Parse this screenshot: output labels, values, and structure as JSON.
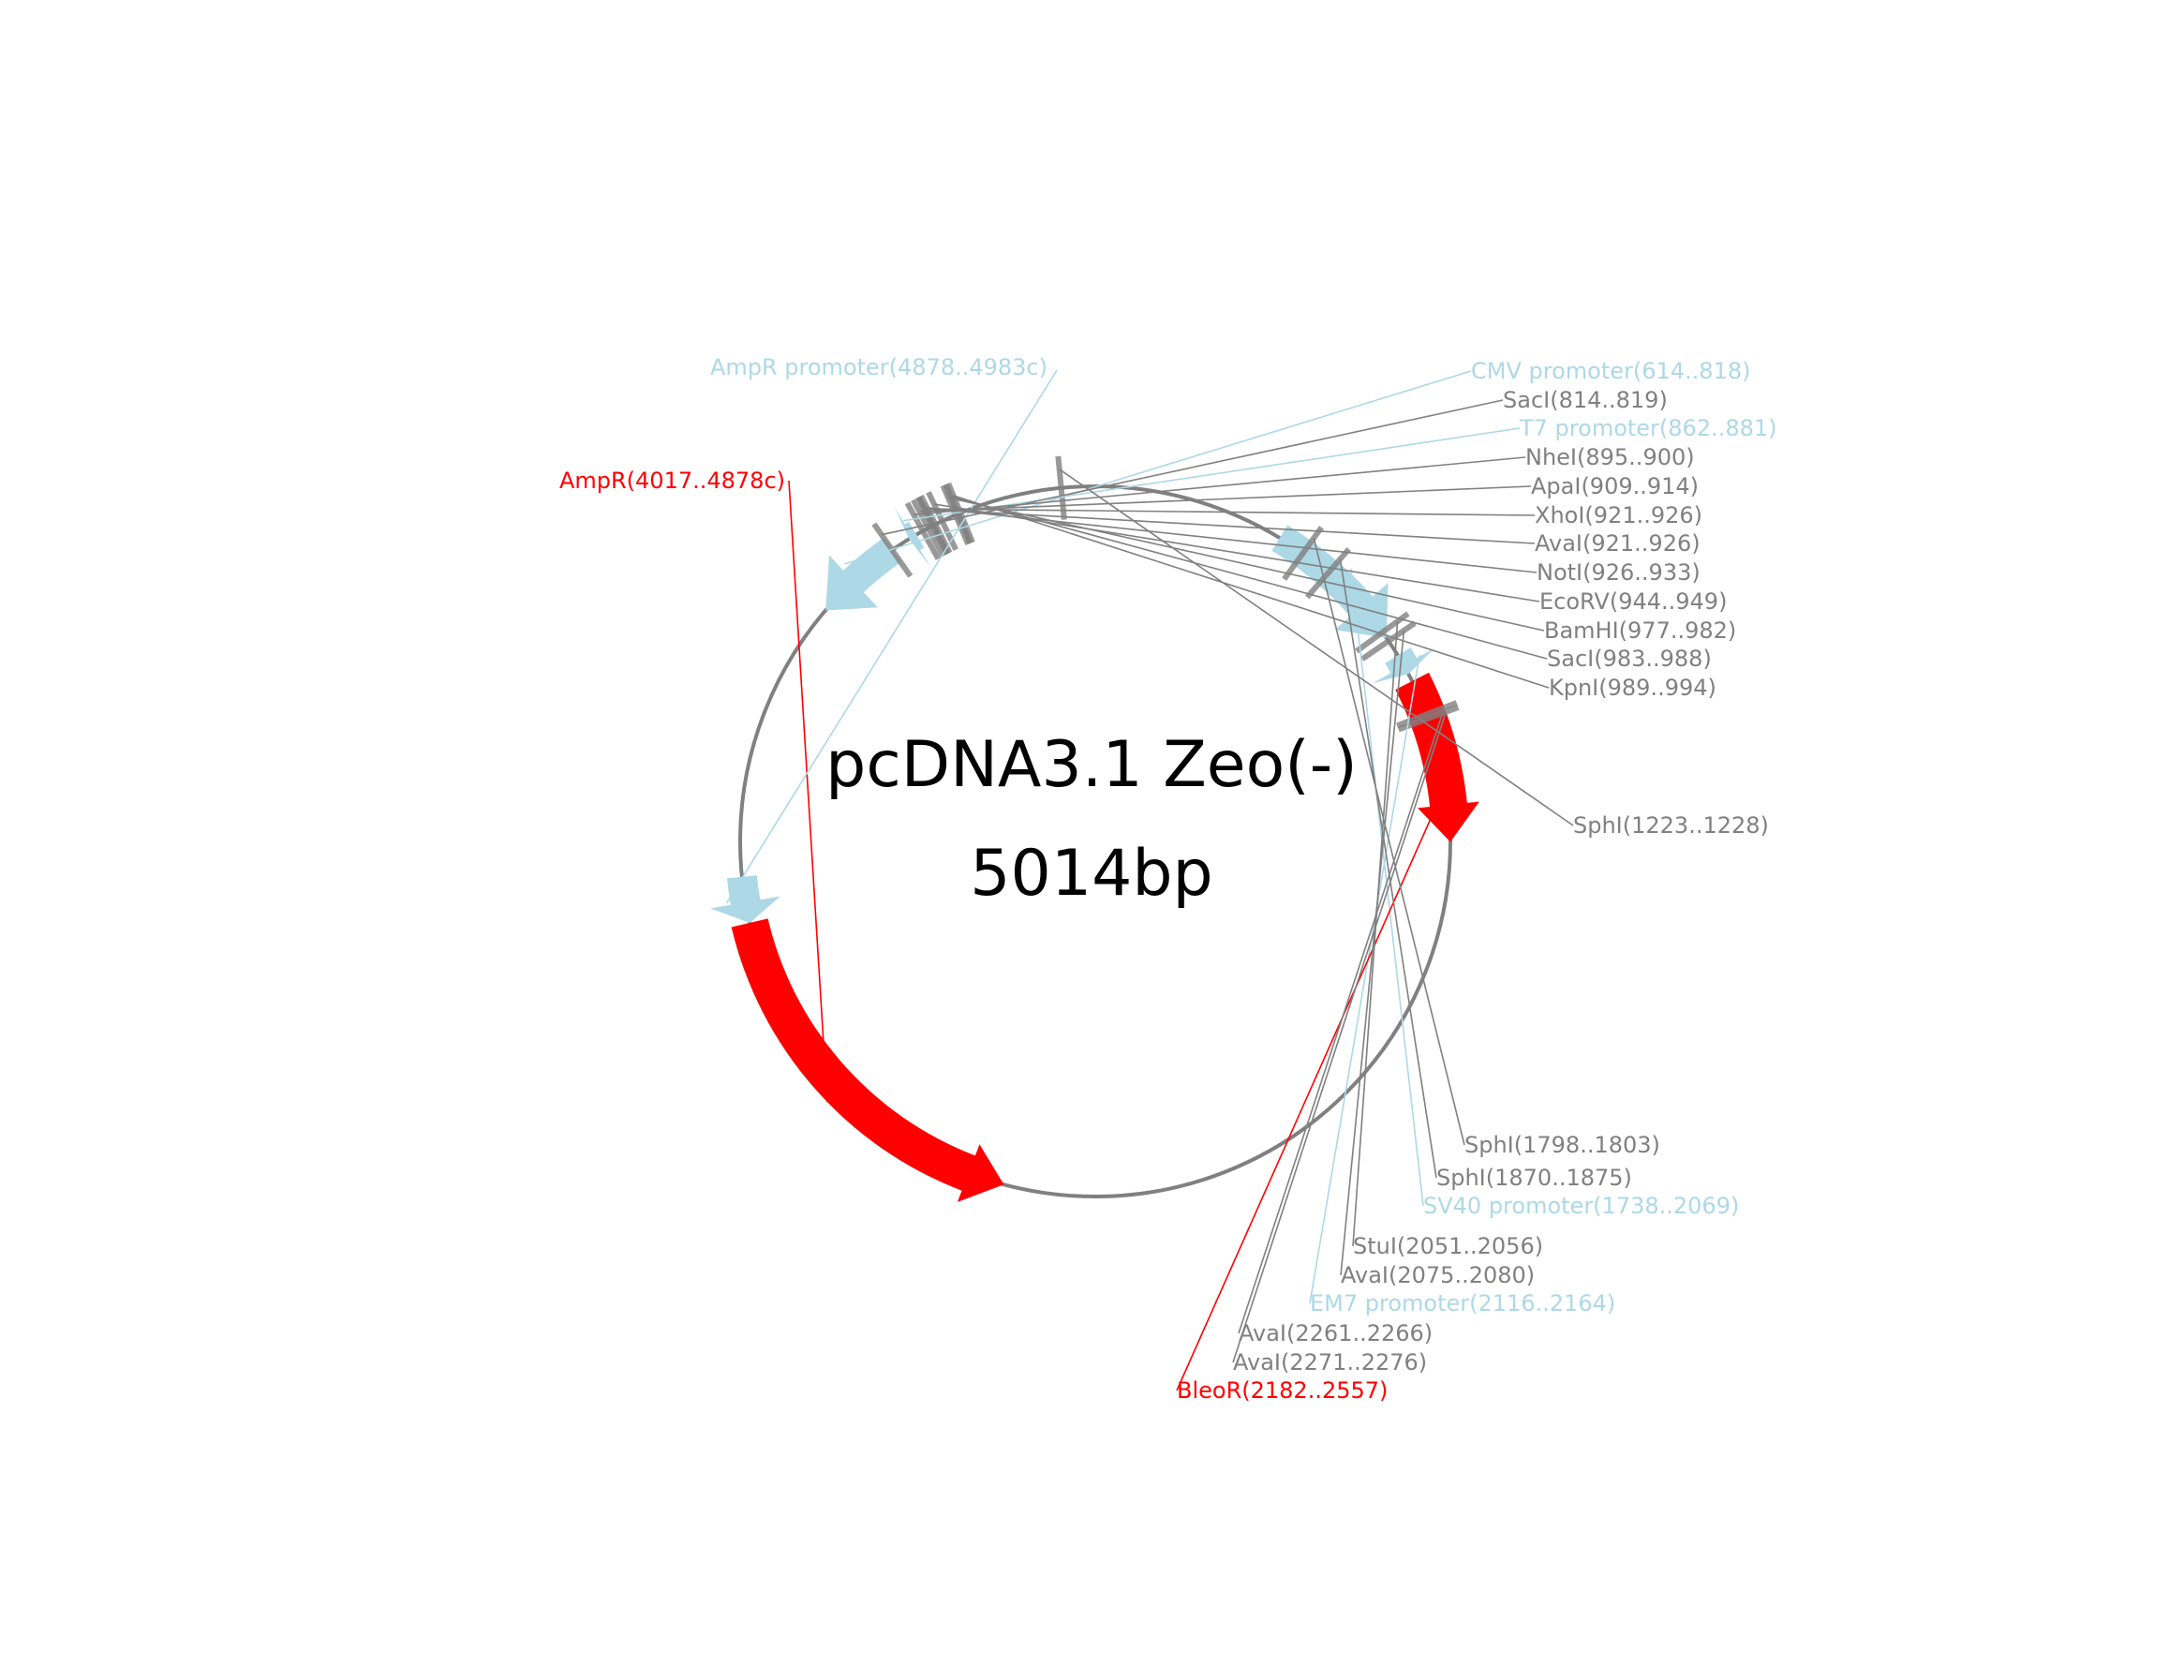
{
  "plasmid": {
    "name": "pcDNA3.1 Zeo(-)",
    "length_label": "5014bp",
    "length_bp": 5014
  },
  "colors": {
    "backbone": "#808080",
    "cds": "#ff0000",
    "promoter": "#add8e6",
    "site": "#808080"
  },
  "features": [
    {
      "id": "cmv-promoter",
      "label": "CMV promoter(614..818)",
      "type": "promoter",
      "start": 614,
      "end": 818,
      "strand": -1
    },
    {
      "id": "t7-promoter",
      "label": "T7 promoter(862..881)",
      "type": "promoter",
      "start": 862,
      "end": 881,
      "strand": -1
    },
    {
      "id": "sv40-promoter",
      "label": "SV40 promoter(1738..2069)",
      "type": "promoter",
      "start": 1738,
      "end": 2069,
      "strand": 1
    },
    {
      "id": "em7-promoter",
      "label": "EM7 promoter(2116..2164)",
      "type": "promoter",
      "start": 2116,
      "end": 2164,
      "strand": 1
    },
    {
      "id": "bleor",
      "label": "BleoR(2182..2557)",
      "type": "cds",
      "start": 2182,
      "end": 2557,
      "strand": 1
    },
    {
      "id": "ampr",
      "label": "AmpR(4017..4878c)",
      "type": "cds",
      "start": 4017,
      "end": 4878,
      "strand": -1
    },
    {
      "id": "ampr-promoter",
      "label": "AmpR promoter(4878..4983c)",
      "type": "promoter",
      "start": 4878,
      "end": 4983,
      "strand": -1
    }
  ],
  "sites": [
    {
      "id": "saci-814",
      "label": "SacI(814..819)",
      "start": 814,
      "end": 819
    },
    {
      "id": "nhei-895",
      "label": "NheI(895..900)",
      "start": 895,
      "end": 900
    },
    {
      "id": "apai-909",
      "label": "ApaI(909..914)",
      "start": 909,
      "end": 914
    },
    {
      "id": "xhoi-921",
      "label": "XhoI(921..926)",
      "start": 921,
      "end": 926
    },
    {
      "id": "avai-921",
      "label": "AvaI(921..926)",
      "start": 921,
      "end": 926
    },
    {
      "id": "noti-926",
      "label": "NotI(926..933)",
      "start": 926,
      "end": 933
    },
    {
      "id": "ecorv-944",
      "label": "EcoRV(944..949)",
      "start": 944,
      "end": 949
    },
    {
      "id": "bamhi-977",
      "label": "BamHI(977..982)",
      "start": 977,
      "end": 982
    },
    {
      "id": "saci-983",
      "label": "SacI(983..988)",
      "start": 983,
      "end": 988
    },
    {
      "id": "kpni-989",
      "label": "KpnI(989..994)",
      "start": 989,
      "end": 994
    },
    {
      "id": "sphi-1223",
      "label": "SphI(1223..1228)",
      "start": 1223,
      "end": 1228
    },
    {
      "id": "sphi-1798",
      "label": "SphI(1798..1803)",
      "start": 1798,
      "end": 1803
    },
    {
      "id": "sphi-1870",
      "label": "SphI(1870..1875)",
      "start": 1870,
      "end": 1875
    },
    {
      "id": "stui-2051",
      "label": "StuI(2051..2056)",
      "start": 2051,
      "end": 2056
    },
    {
      "id": "avai-2075",
      "label": "AvaI(2075..2080)",
      "start": 2075,
      "end": 2080
    },
    {
      "id": "avai-2261",
      "label": "AvaI(2261..2266)",
      "start": 2261,
      "end": 2266
    },
    {
      "id": "avai-2271",
      "label": "AvaI(2271..2276)",
      "start": 2271,
      "end": 2276
    }
  ]
}
